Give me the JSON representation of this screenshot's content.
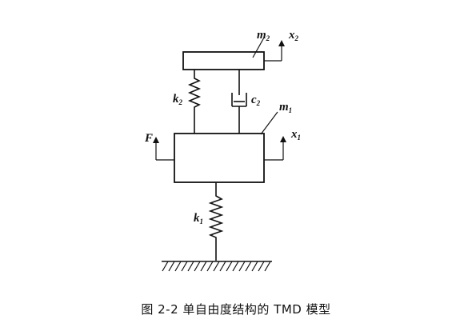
{
  "labels": {
    "m2": {
      "main": "m",
      "sub": "2"
    },
    "x2": {
      "main": "x",
      "sub": "2"
    },
    "k2": {
      "main": "k",
      "sub": "2"
    },
    "c2": {
      "main": "c",
      "sub": "2"
    },
    "m1": {
      "main": "m",
      "sub": "1"
    },
    "F": {
      "main": "F",
      "sub": ""
    },
    "x1": {
      "main": "x",
      "sub": "1"
    },
    "k1": {
      "main": "k",
      "sub": "1"
    }
  },
  "caption": "图 2-2 单自由度结构的 TMD 模型"
}
